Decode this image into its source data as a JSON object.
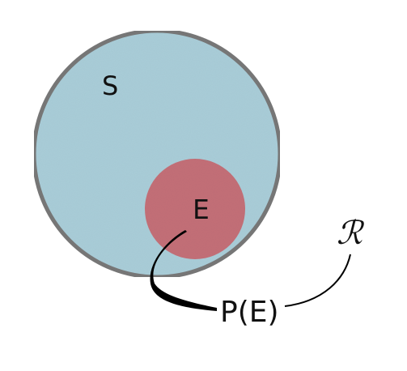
{
  "diagram": {
    "sample_space_label": "S",
    "event_label": "E",
    "probability_label": "P(E)",
    "reals_label": "ℛ"
  },
  "colors": {
    "sample_space_fill": "#a9cdd8",
    "sample_space_stroke": "#777777",
    "event_fill": "#c36f77",
    "arrow": "#000000",
    "text": "#111111"
  }
}
